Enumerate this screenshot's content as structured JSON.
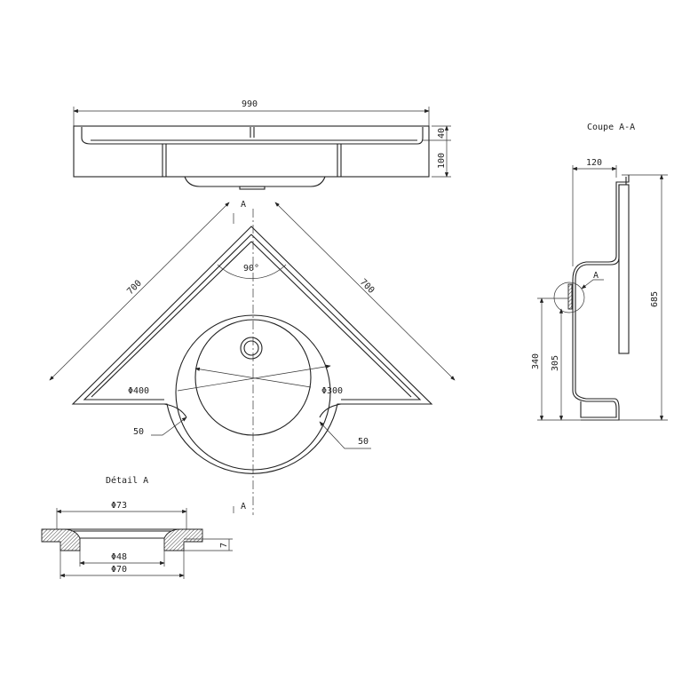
{
  "front_view": {
    "width_dim": "990",
    "rim_dim": "40",
    "height_dim": "100"
  },
  "plan_view": {
    "side_left_dim": "700",
    "side_right_dim": "700",
    "angle_dim": "90°",
    "outer_diameter_dim": "Φ400",
    "inner_diameter_dim": "Φ300",
    "radius_left_dim": "50",
    "radius_right_dim": "50",
    "section_mark_top": "A",
    "section_mark_bottom": "A"
  },
  "section": {
    "title": "Coupe A-A",
    "depth_dim": "120",
    "height_dim": "685",
    "dim_340": "340",
    "dim_305": "305",
    "detail_marker": "A"
  },
  "detail": {
    "title": "Détail A",
    "dim_73": "Φ73",
    "dim_48": "Φ48",
    "dim_70": "Φ70",
    "dim_7": "7"
  }
}
